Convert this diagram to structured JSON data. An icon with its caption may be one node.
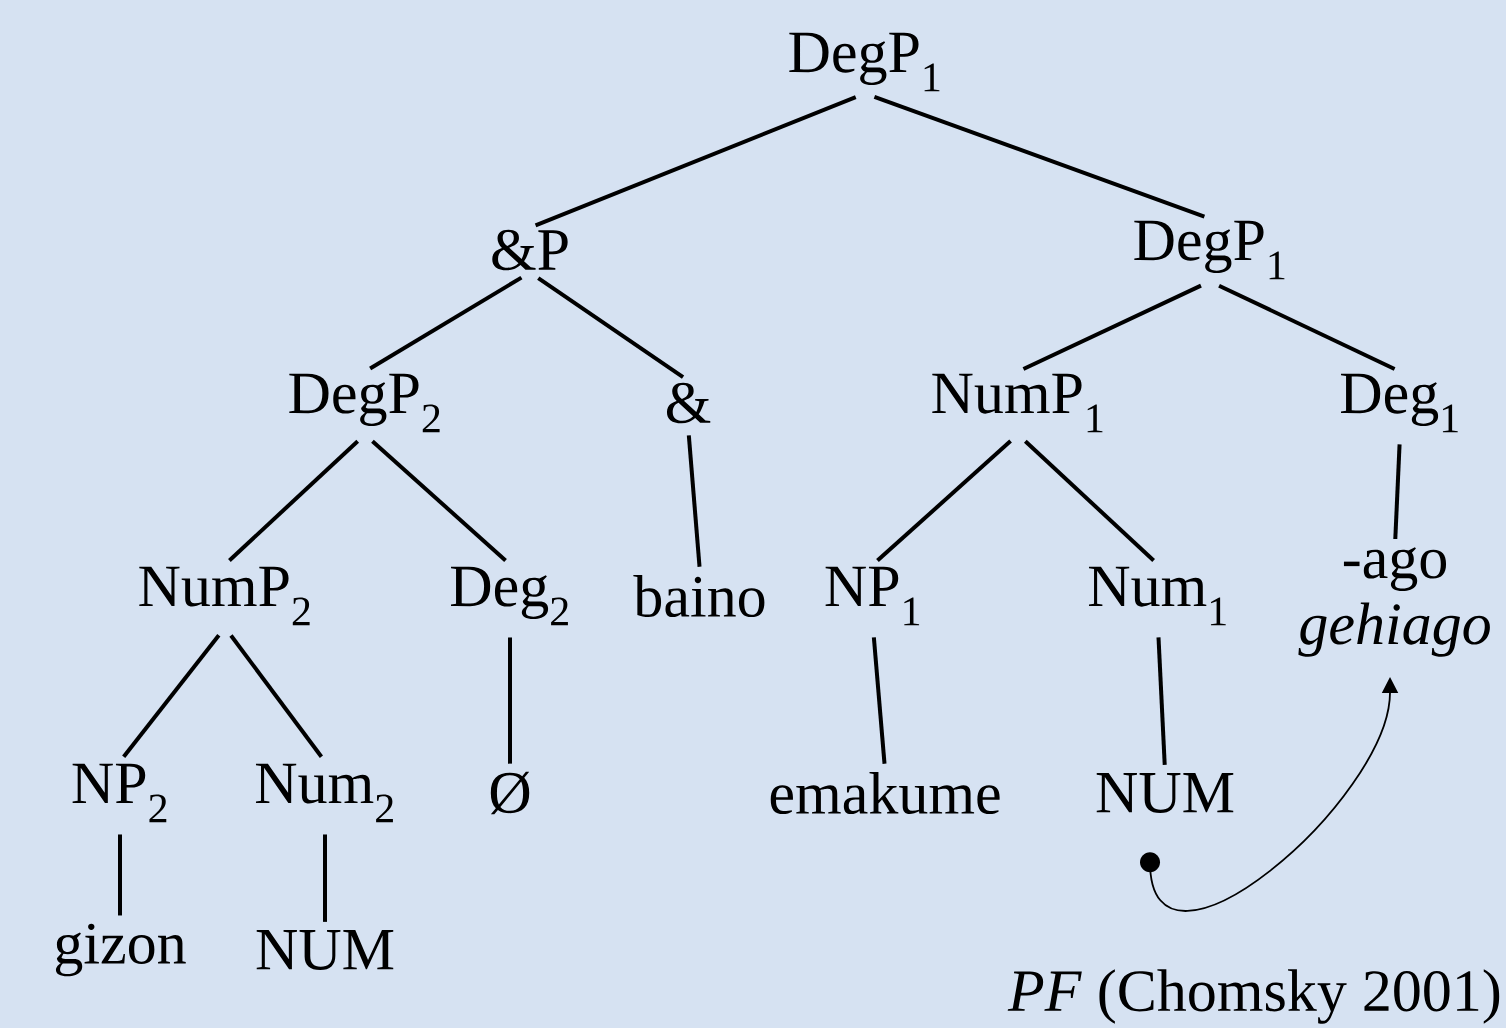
{
  "diagram": {
    "nodes": [
      {
        "text": [
          "DegP$_{1}$"
        ]
      },
      {
        "text": [
          "&P"
        ]
      },
      {
        "text": [
          "DegP$_{1}$"
        ]
      },
      {
        "text": [
          "DegP$_{2}$"
        ]
      },
      {
        "text": [
          "&"
        ]
      },
      {
        "text": [
          "NumP$_{1}$"
        ]
      },
      {
        "text": [
          "Deg$_{1}$"
        ]
      },
      {
        "text": [
          "NumP$_{2}$"
        ]
      },
      {
        "text": [
          "Deg$_{2}$"
        ]
      },
      {
        "text": [
          "baino"
        ]
      },
      {
        "text": [
          "NP$_{1}$"
        ]
      },
      {
        "text": [
          "Num$_{1}$"
        ]
      },
      {
        "text": [
          "-ago",
          "gehiago"
        ]
      },
      {
        "text": [
          "NP$_{2}$"
        ]
      },
      {
        "text": [
          "Num$_{2}$"
        ]
      },
      {
        "text": [
          "Ø"
        ]
      },
      {
        "text": [
          "emakume"
        ]
      },
      {
        "text": [
          "NUM"
        ]
      },
      {
        "text": [
          "gizon"
        ]
      },
      {
        "text": [
          "NUM"
        ]
      }
    ],
    "edges": [
      {
        "from": 0,
        "to": 1,
        "arrow": "none"
      },
      {
        "from": 0,
        "to": 2,
        "arrow": "none"
      },
      {
        "from": 1,
        "to": 3,
        "arrow": "none"
      },
      {
        "from": 1,
        "to": 4,
        "arrow": "none"
      },
      {
        "from": 2,
        "to": 5,
        "arrow": "none"
      },
      {
        "from": 2,
        "to": 6,
        "arrow": "none"
      },
      {
        "from": 3,
        "to": 7,
        "arrow": "none"
      },
      {
        "from": 3,
        "to": 8,
        "arrow": "none"
      },
      {
        "from": 4,
        "to": 9,
        "arrow": "none"
      },
      {
        "from": 5,
        "to": 10,
        "arrow": "none"
      },
      {
        "from": 5,
        "to": 11,
        "arrow": "none"
      },
      {
        "from": 6,
        "to": 12,
        "arrow": "none"
      },
      {
        "from": 7,
        "to": 13,
        "arrow": "none"
      },
      {
        "from": 7,
        "to": 14,
        "arrow": "none"
      },
      {
        "from": 8,
        "to": 15,
        "arrow": "none"
      },
      {
        "from": 10,
        "to": 16,
        "arrow": "none"
      },
      {
        "from": 11,
        "to": 17,
        "arrow": "none"
      },
      {
        "from": 13,
        "to": 18,
        "arrow": "none"
      },
      {
        "from": 14,
        "to": 19,
        "arrow": "none"
      },
      {
        "from": 17,
        "to": 12,
        "arrow": "to"
      }
    ],
    "labels": [
      "*PF* (Chomsky 2001)"
    ]
  }
}
